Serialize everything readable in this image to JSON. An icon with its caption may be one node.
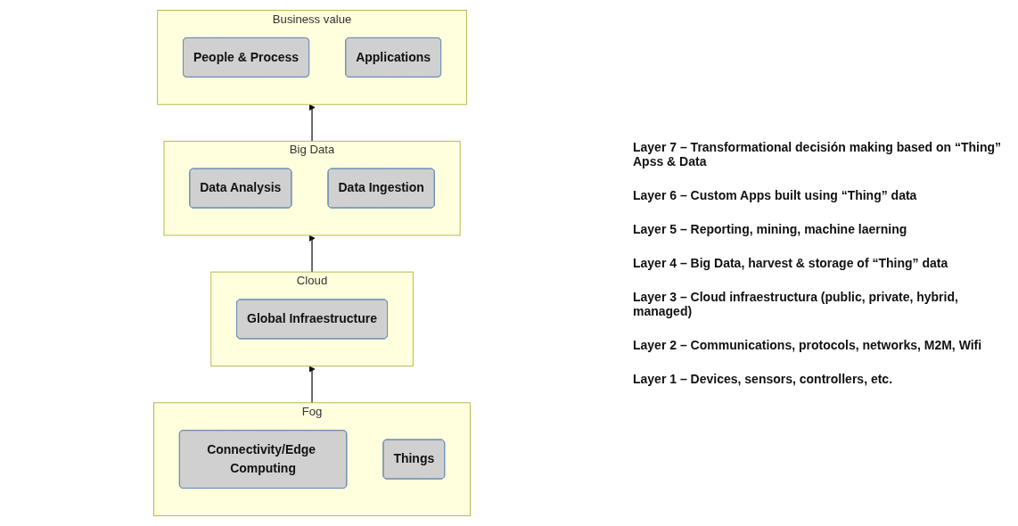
{
  "diagram": {
    "nodes": [
      {
        "text": [
          "Business value"
        ]
      },
      {
        "text": [
          "People & Process"
        ],
        "in": 0
      },
      {
        "text": [
          "Applications"
        ],
        "in": 0
      },
      {
        "text": [
          "Big Data"
        ]
      },
      {
        "text": [
          "Data Analysis"
        ],
        "in": 3
      },
      {
        "text": [
          "Data Ingestion"
        ],
        "in": 3
      },
      {
        "text": [
          "Cloud"
        ]
      },
      {
        "text": [
          "Global Infraestructure"
        ],
        "in": 6
      },
      {
        "text": [
          "Fog"
        ]
      },
      {
        "text": [
          "Connectivity/Edge Computing"
        ],
        "in": 8
      },
      {
        "text": [
          "Things"
        ],
        "in": 8
      }
    ],
    "edges": [
      {
        "from": 8,
        "to": 6,
        "arrow": "to"
      },
      {
        "from": 6,
        "to": 3,
        "arrow": "to"
      },
      {
        "from": 3,
        "to": 0,
        "arrow": "to"
      }
    ],
    "labels": [
      "Layer 7 – Transformational decisión making based on “Thing” Apss & Data",
      "Layer 6 – Custom Apps built using “Thing” data",
      "Layer 5 – Reporting, mining, machine laerning",
      "Layer 4 – Big Data, harvest & storage of “Thing” data",
      "Layer 3 – Cloud infraestructura (public, private, hybrid, managed)",
      "Layer 2 – Communications, protocols, networks, M2M, Wifi",
      "Layer 1 – Devices, sensors, controllers, etc."
    ]
  }
}
